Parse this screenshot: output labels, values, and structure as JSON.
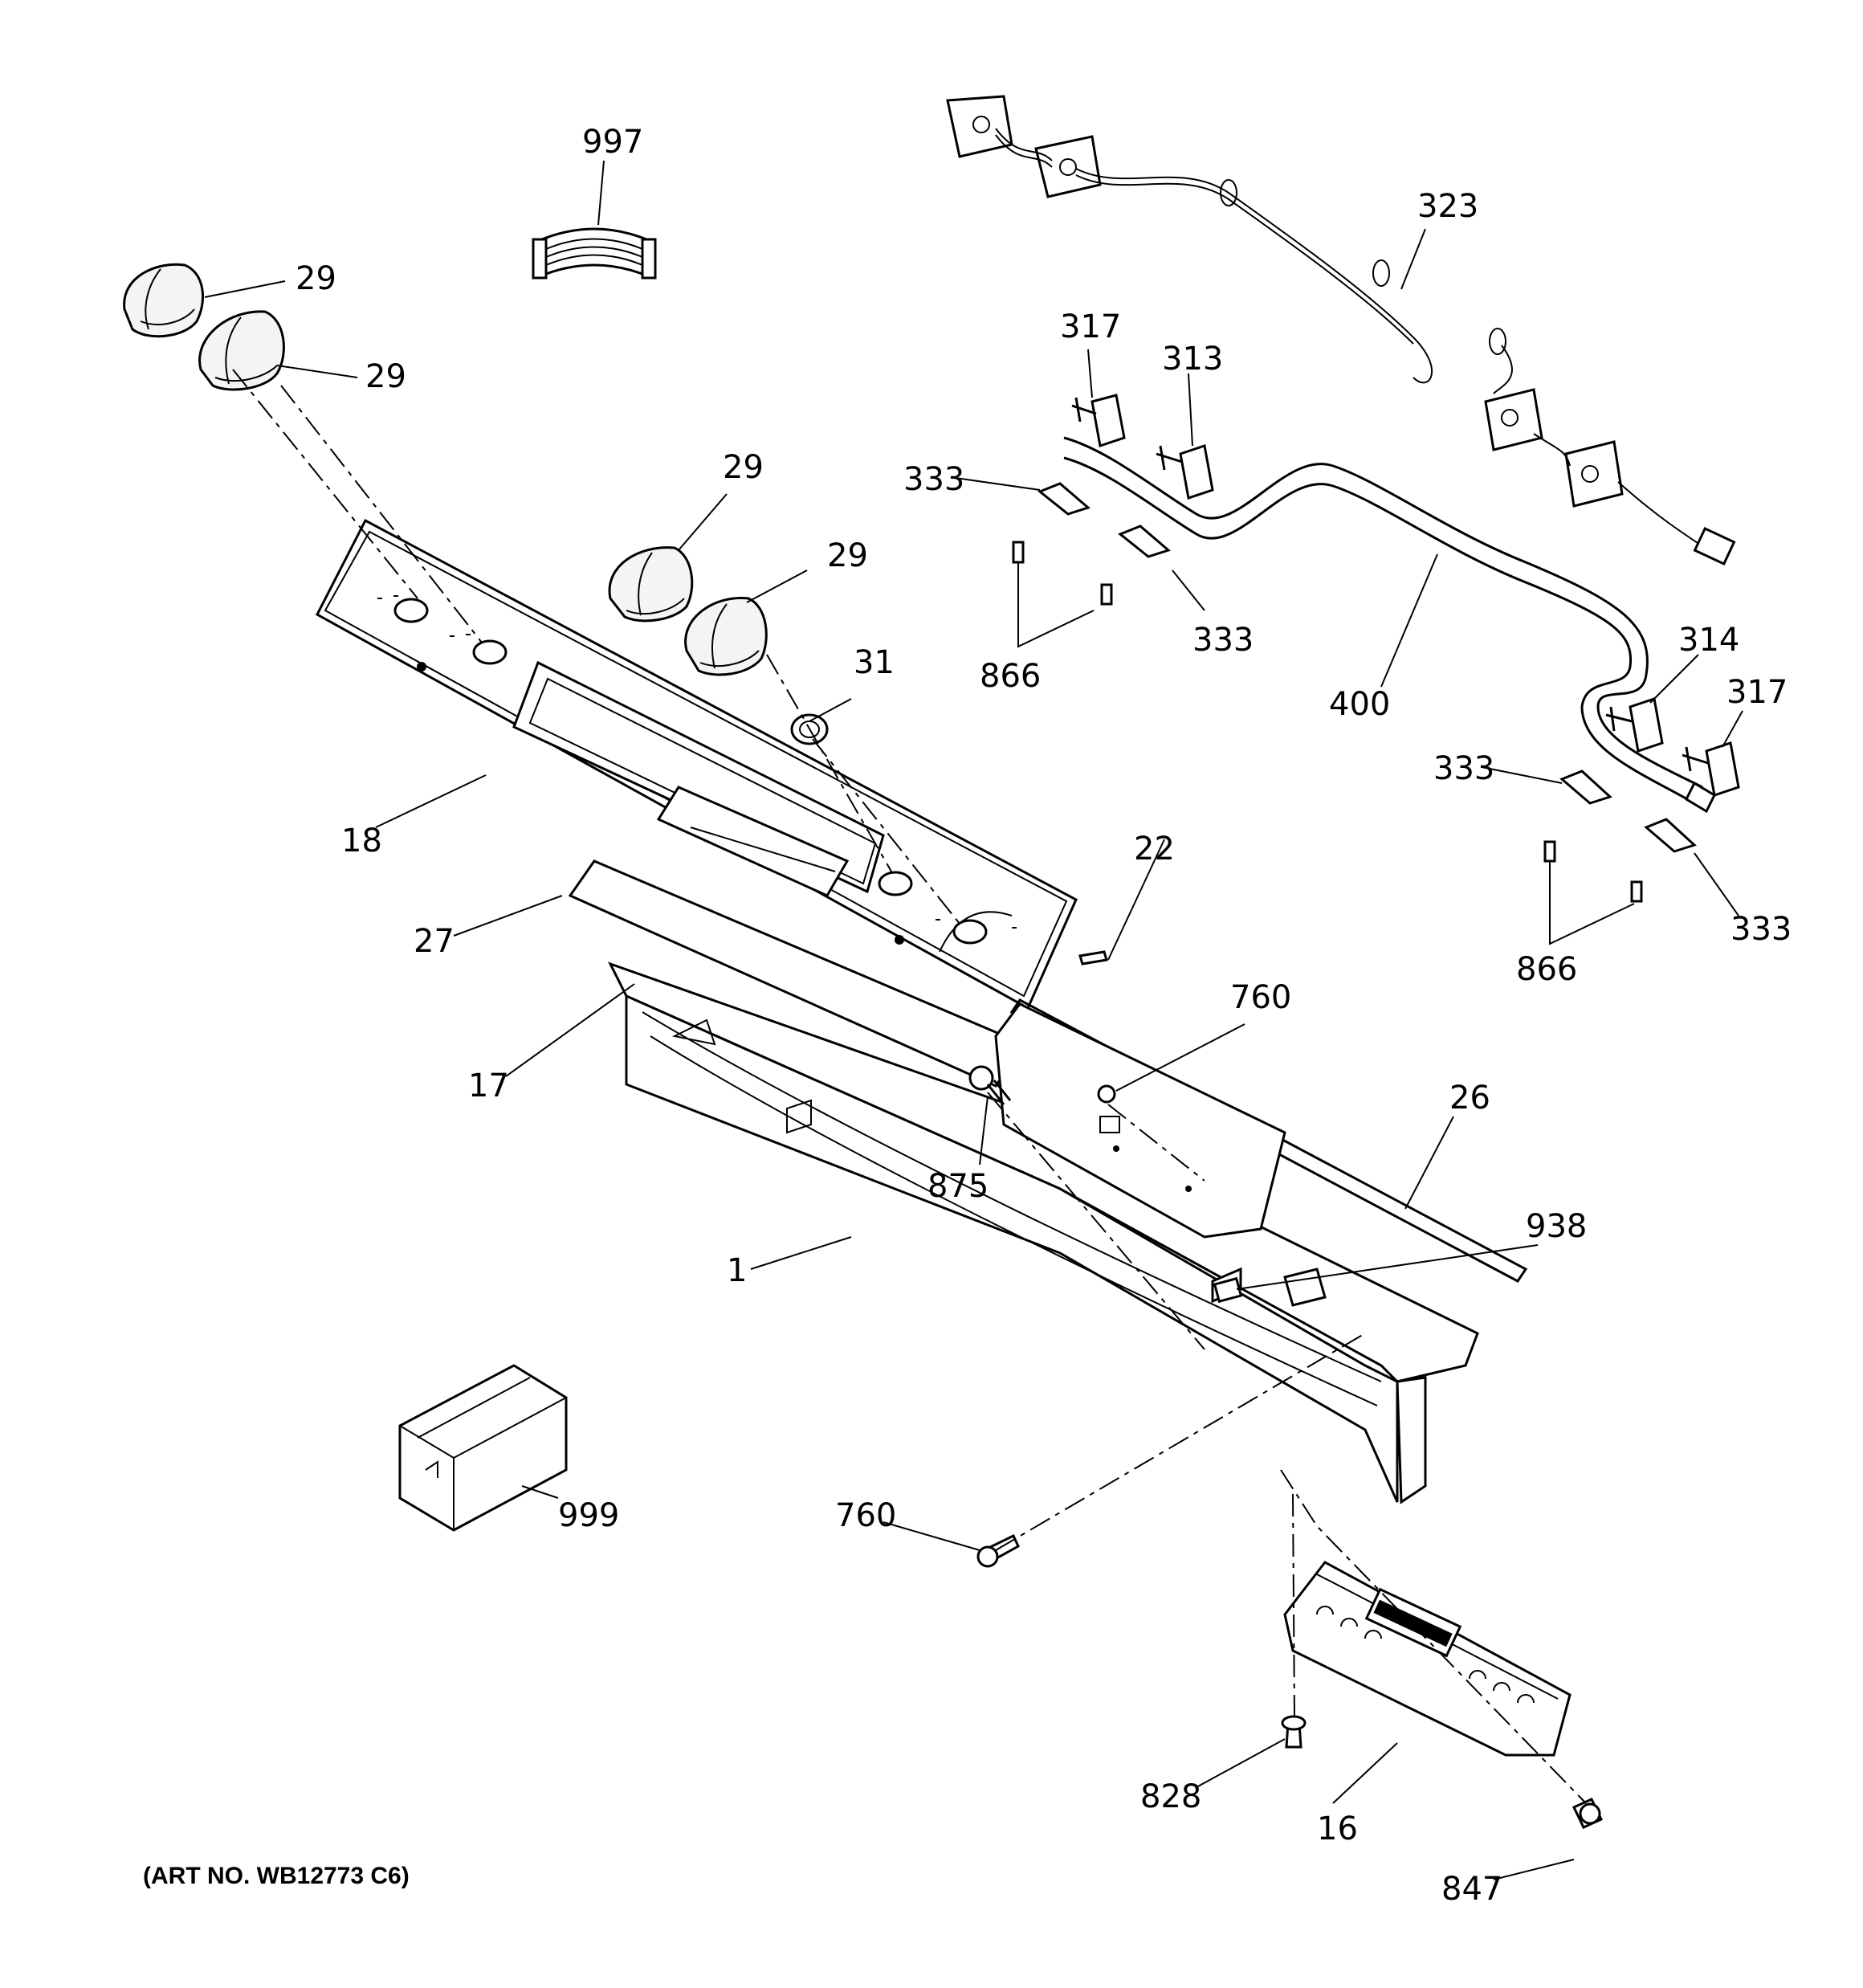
{
  "art_number": "(ART NO. WB12773 C6)",
  "callouts": {
    "c997": "997",
    "c29a": "29",
    "c29b": "29",
    "c29c": "29",
    "c29d": "29",
    "c323": "323",
    "c317a": "317",
    "c313": "313",
    "c333a": "333",
    "c333b": "333",
    "c866a": "866",
    "c400": "400",
    "c314": "314",
    "c317b": "317",
    "c333c": "333",
    "c333d": "333",
    "c866b": "866",
    "c31": "31",
    "c18": "18",
    "c22": "22",
    "c27": "27",
    "c760a": "760",
    "c17": "17",
    "c26": "26",
    "c875": "875",
    "c938": "938",
    "c1": "1",
    "c999": "999",
    "c760b": "760",
    "c828": "828",
    "c16": "16",
    "c847": "847"
  }
}
